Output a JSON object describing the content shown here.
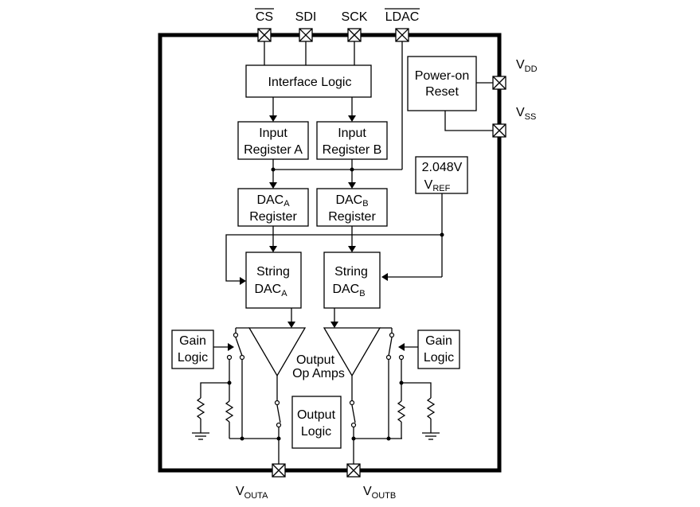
{
  "pins": {
    "cs": "CS",
    "sdi": "SDI",
    "sck": "SCK",
    "ldac": "LDAC",
    "vdd_main": "V",
    "vdd_sub": "DD",
    "vss_main": "V",
    "vss_sub": "SS",
    "vouta_main": "V",
    "vouta_sub": "OUTA",
    "voutb_main": "V",
    "voutb_sub": "OUTB"
  },
  "blocks": {
    "interface_logic": "Interface Logic",
    "power_on_line1": "Power-on",
    "power_on_line2": "Reset",
    "input_reg_a_line1": "Input",
    "input_reg_a_line2": "Register A",
    "input_reg_b_line1": "Input",
    "input_reg_b_line2": "Register B",
    "vref_line1": "2.048V",
    "vref_main": "V",
    "vref_sub": "REF",
    "dac_reg_a_main": "DAC",
    "dac_reg_a_sub": "A",
    "dac_reg_a_line2": "Register",
    "dac_reg_b_main": "DAC",
    "dac_reg_b_sub": "B",
    "dac_reg_b_line2": "Register",
    "string_dac_a_line1": "String",
    "string_dac_a_main": "DAC",
    "string_dac_a_sub": "A",
    "string_dac_b_line1": "String",
    "string_dac_b_main": "DAC",
    "string_dac_b_sub": "B",
    "gain_logic_left_line1": "Gain",
    "gain_logic_left_line2": "Logic",
    "gain_logic_right_line1": "Gain",
    "gain_logic_right_line2": "Logic",
    "output_opamps_line1": "Output",
    "output_opamps_line2": "Op Amps",
    "output_logic_line1": "Output",
    "output_logic_line2": "Logic"
  }
}
